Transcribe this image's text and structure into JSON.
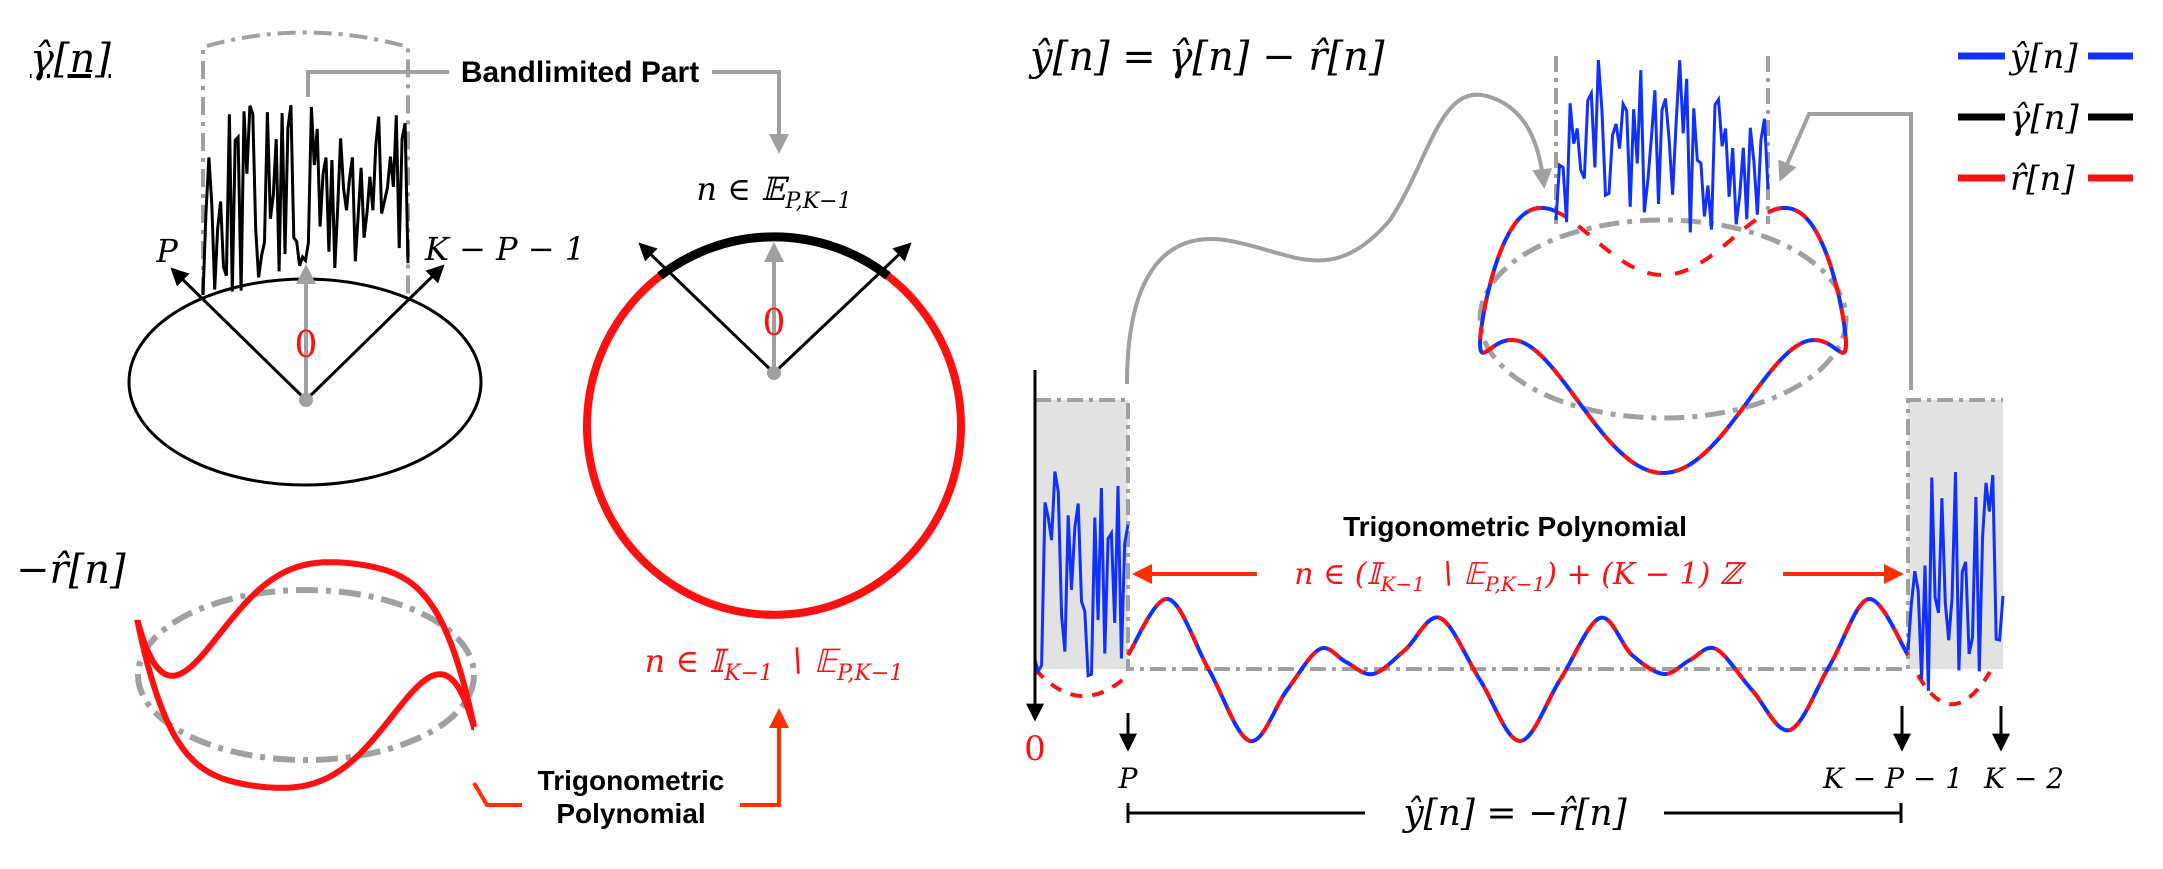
{
  "colors": {
    "red": "#ff1010",
    "blue": "#1030ff",
    "gray": "#a0a0a0",
    "black": "#000000",
    "arrow_red": "#ff3000",
    "box": "#e2e2e2"
  },
  "left": {
    "gamma_label": "γ̂[n]",
    "p_label": "P",
    "kp1_label": "K − P − 1",
    "zero_label": "0",
    "bandlimited_label": "Bandlimited Part",
    "minus_r_label": "−r̂[n]",
    "trig_line1": "Trigonometric",
    "trig_line2": "Polynomial"
  },
  "circle": {
    "zero_label": "0",
    "e_label": {
      "main": "n ∈ 𝔼",
      "sub": "P,K−1"
    },
    "ie_label": {
      "main": "n ∈ 𝕀",
      "sub1": "K−1",
      "mid": " ∖ 𝔼",
      "sub2": "P,K−1"
    }
  },
  "right": {
    "title": "ŷ[n] = γ̂[n] − r̂[n]",
    "legend": [
      {
        "label": "ŷ[n]",
        "color": "#1030ff"
      },
      {
        "label": "γ̂[n]",
        "color": "#000000"
      },
      {
        "label": "r̂[n]",
        "color": "#ff1010"
      }
    ],
    "trig_label": "Trigonometric Polynomial",
    "range_label": {
      "pre": "n ∈ (𝕀",
      "sub1": "K−1",
      "mid": " ∖ 𝔼",
      "sub2": "P,K−1",
      "post": ") + (K − 1) ℤ"
    },
    "ticks": [
      {
        "label": "0"
      },
      {
        "label": "P"
      },
      {
        "label": "K − P − 1"
      },
      {
        "label": "K − 2"
      }
    ],
    "equality_label": "ŷ[n] = −r̂[n]"
  }
}
